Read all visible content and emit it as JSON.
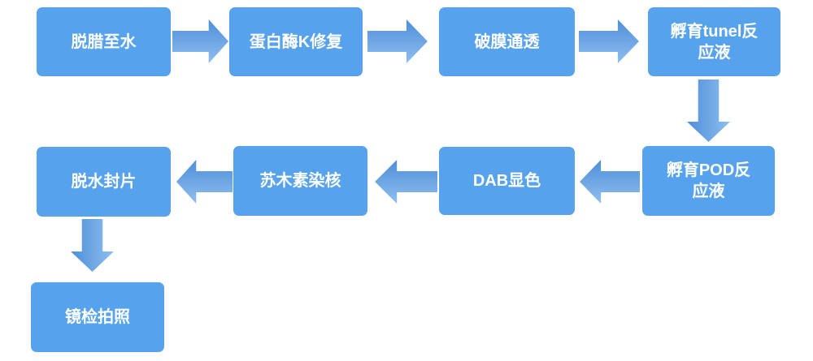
{
  "diagram": {
    "type": "flowchart",
    "background_color": "#ffffff",
    "node_fill_color": "#57a2ec",
    "node_text_color": "#ffffff",
    "arrow_gradient_start": "#4e8ed8",
    "arrow_gradient_end": "#8fbeef",
    "nodes": [
      {
        "id": "dewax",
        "label": "脱腊至水"
      },
      {
        "id": "proteinase-k",
        "label": "蛋白酶K修复"
      },
      {
        "id": "permeabilize",
        "label": "破膜通透"
      },
      {
        "id": "tunel-incubate",
        "label": "孵育tunel反\n应液"
      },
      {
        "id": "pod-incubate",
        "label": "孵育POD反\n应液"
      },
      {
        "id": "dab",
        "label": "DAB显色"
      },
      {
        "id": "hematoxylin",
        "label": "苏木素染核"
      },
      {
        "id": "dehydrate-mount",
        "label": "脱水封片"
      },
      {
        "id": "microscopy",
        "label": "镜检拍照"
      }
    ],
    "flow_order": [
      "脱腊至水",
      "蛋白酶K修复",
      "破膜通透",
      "孵育tunel反应液",
      "孵育POD反应液",
      "DAB显色",
      "苏木素染核",
      "脱水封片",
      "镜检拍照"
    ],
    "edges": [
      {
        "from": "dewax",
        "to": "proteinase-k",
        "direction": "right"
      },
      {
        "from": "proteinase-k",
        "to": "permeabilize",
        "direction": "right"
      },
      {
        "from": "permeabilize",
        "to": "tunel-incubate",
        "direction": "right"
      },
      {
        "from": "tunel-incubate",
        "to": "pod-incubate",
        "direction": "down"
      },
      {
        "from": "pod-incubate",
        "to": "dab",
        "direction": "left"
      },
      {
        "from": "dab",
        "to": "hematoxylin",
        "direction": "left"
      },
      {
        "from": "hematoxylin",
        "to": "dehydrate-mount",
        "direction": "left"
      },
      {
        "from": "dehydrate-mount",
        "to": "microscopy",
        "direction": "down"
      }
    ]
  }
}
